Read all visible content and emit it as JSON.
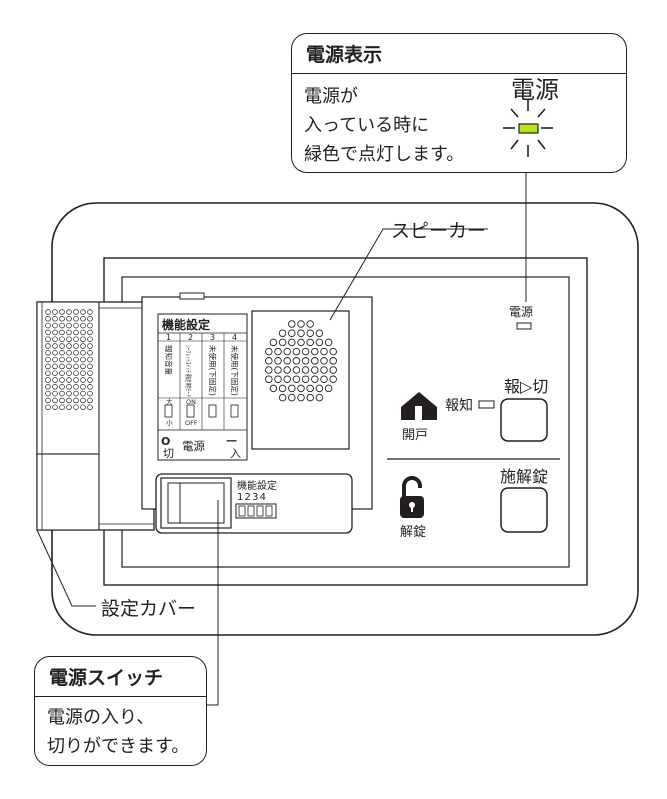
{
  "callout_power_indicator": {
    "title": "電源表示",
    "body": "電源が\n入っている時に\n緑色で点灯します。",
    "lamp_label": "電源",
    "lamp_color": "#b5e61d"
  },
  "callout_power_switch": {
    "title": "電源スイッチ",
    "body": "電源の入り、\n切りができます。"
  },
  "labels": {
    "speaker": "スピーカー",
    "settings_cover": "設定カバー"
  },
  "panel": {
    "power_lamp_label": "電源",
    "notify_button_label": "報▷切",
    "notify_lamp_label": "報知",
    "door_open_label": "開戸",
    "lock_button_label": "施解錠",
    "unlock_label": "解錠",
    "function_settings_title": "機能設定",
    "switch_numbers": [
      "1",
      "2",
      "3",
      "4"
    ],
    "switch_columns": [
      "報知音量",
      "シークレットスイッチ 運転音 無音モード",
      "未使用(下固定)",
      "未使用(下固定)"
    ],
    "switch_top_labels": [
      "大",
      "ON",
      "",
      ""
    ],
    "switch_bottom_labels": [
      "小",
      "OFF",
      "",
      ""
    ],
    "power_off_symbol": "O",
    "power_off_label": "切",
    "power_center_label": "電源",
    "power_on_symbol": "—",
    "power_on_label": "入",
    "dip_title": "機能設定",
    "dip_numbers": "1234"
  }
}
